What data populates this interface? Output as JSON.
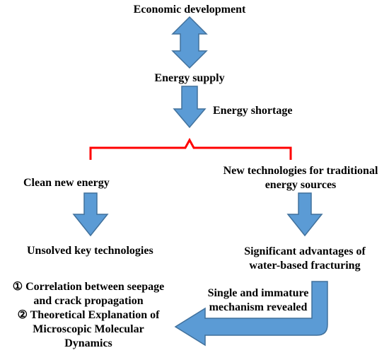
{
  "colors": {
    "arrow_fill": "#5b9bd5",
    "arrow_stroke": "#41719c",
    "bracket": "#ff0000",
    "text": "#000000"
  },
  "labels": {
    "economic_development": "Economic development",
    "energy_supply": "Energy supply",
    "energy_shortage": "Energy shortage",
    "clean_new_energy": "Clean new energy",
    "new_technologies_line1": "New technologies for traditional",
    "new_technologies_line2": "energy sources",
    "unsolved_key_technologies": "Unsolved key technologies",
    "significant_advantages_line1": "Significant advantages of",
    "significant_advantages_line2": "water-based fracturing",
    "single_immature_line1": "Single and immature",
    "single_immature_line2": "mechanism revealed",
    "item1_line1": "① Correlation between seepage",
    "item1_line2": "and crack propagation",
    "item2_line1": "② Theoretical Explanation of",
    "item2_line2": "Microscopic Molecular",
    "item2_line3": "Dynamics"
  },
  "icons": {
    "double_arrow": "double-headed-vertical-arrow",
    "down_arrow": "down-arrow",
    "bent_arrow": "bent-left-arrow",
    "bracket": "curly-brace"
  }
}
